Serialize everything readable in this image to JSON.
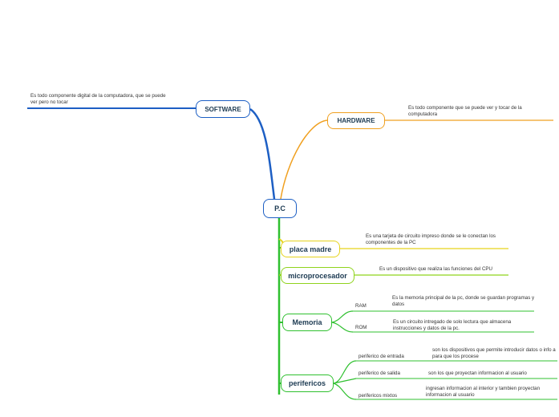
{
  "diagram": {
    "root": "P.C",
    "software": {
      "label": "SOFTWARE",
      "desc": "Es todo componente digital de la computadora, que se puede ver pero no tocar"
    },
    "hardware": {
      "label": "HARDWARE",
      "desc": "Es todo componente que se puede ver y tocar de la computadora"
    },
    "placa_madre": {
      "label": "placa madre",
      "desc": "Es una tarjeta de circuito impreso donde se le conectan los componentes de la PC"
    },
    "microprocesador": {
      "label": "microprocesador",
      "desc": "Es un dispositivo que realiza las funciones del CPU"
    },
    "memoria": {
      "label": "Memoria",
      "ram": {
        "label": "RAM",
        "desc": "Es la memoria principal de la pc, donde se guardan programas y datos"
      },
      "rom": {
        "label": "ROM",
        "desc": "Es un circuito intregado de solo lectura que almacena instrucciones y datos de la pc."
      }
    },
    "perifericos": {
      "label": "perifericos",
      "entrada": {
        "label": "periferico de entrada",
        "desc": "son los dispositivos que permite introducir datos o info a para que los procese"
      },
      "salida": {
        "label": "periferico de salida",
        "desc": "son los que proyectan informacion al usuario"
      },
      "mixtos": {
        "label": "perifericos mixtos",
        "desc": "ingresan informacion al interior y tambien proyectan informacion al usuario"
      }
    }
  }
}
